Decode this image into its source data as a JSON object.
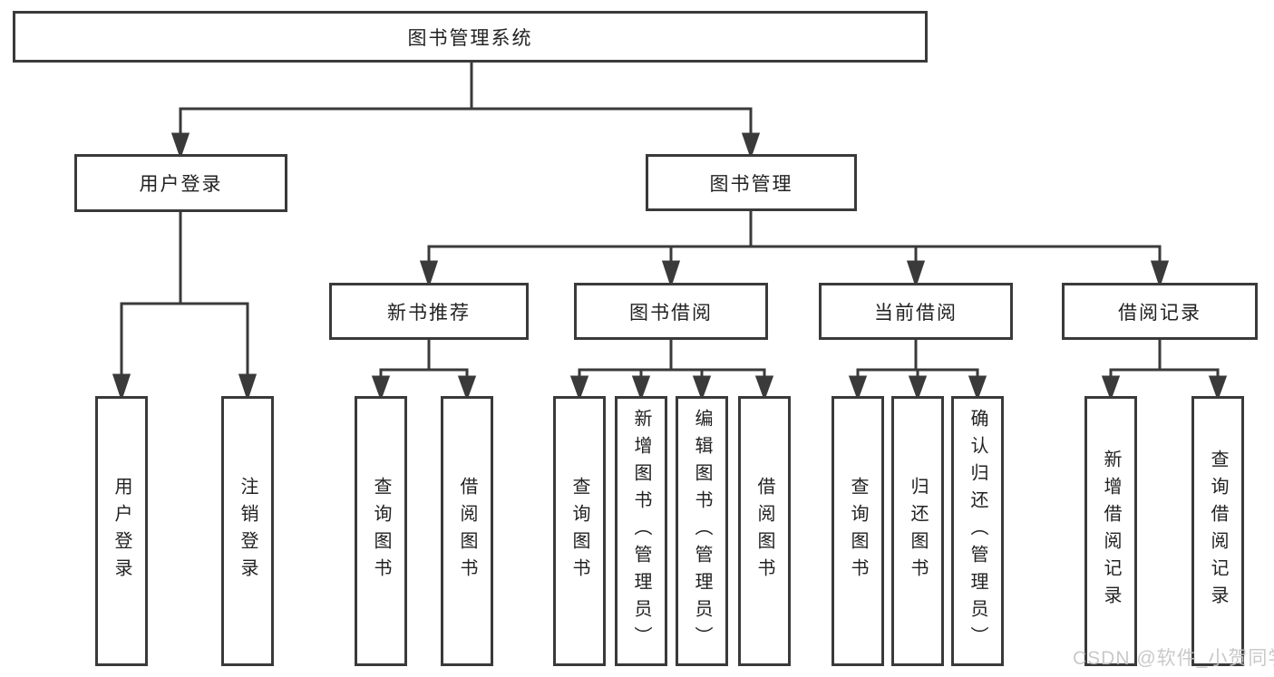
{
  "diagram": {
    "root": {
      "label": "图书管理系统"
    },
    "branches": [
      {
        "label": "用户登录",
        "leaves": [
          {
            "label": "用户登录"
          },
          {
            "label": "注销登录"
          }
        ]
      },
      {
        "label": "图书管理",
        "sections": [
          {
            "label": "新书推荐",
            "leaves": [
              {
                "label": "查询图书"
              },
              {
                "label": "借阅图书"
              }
            ]
          },
          {
            "label": "图书借阅",
            "leaves": [
              {
                "label": "查询图书"
              },
              {
                "label": "新增图书（管理员）"
              },
              {
                "label": "编辑图书（管理员）"
              },
              {
                "label": "借阅图书"
              }
            ]
          },
          {
            "label": "当前借阅",
            "leaves": [
              {
                "label": "查询图书"
              },
              {
                "label": "归还图书"
              },
              {
                "label": "确认归还（管理员）"
              }
            ]
          },
          {
            "label": "借阅记录",
            "leaves": [
              {
                "label": "新增借阅记录"
              },
              {
                "label": "查询借阅记录"
              }
            ]
          }
        ]
      }
    ]
  },
  "watermark": {
    "text": "CSDN @软件_小贺同学"
  },
  "colors": {
    "line": "#3a3a3a",
    "text": "#222222",
    "background": "#ffffff",
    "watermark": "#c5c5c5"
  }
}
